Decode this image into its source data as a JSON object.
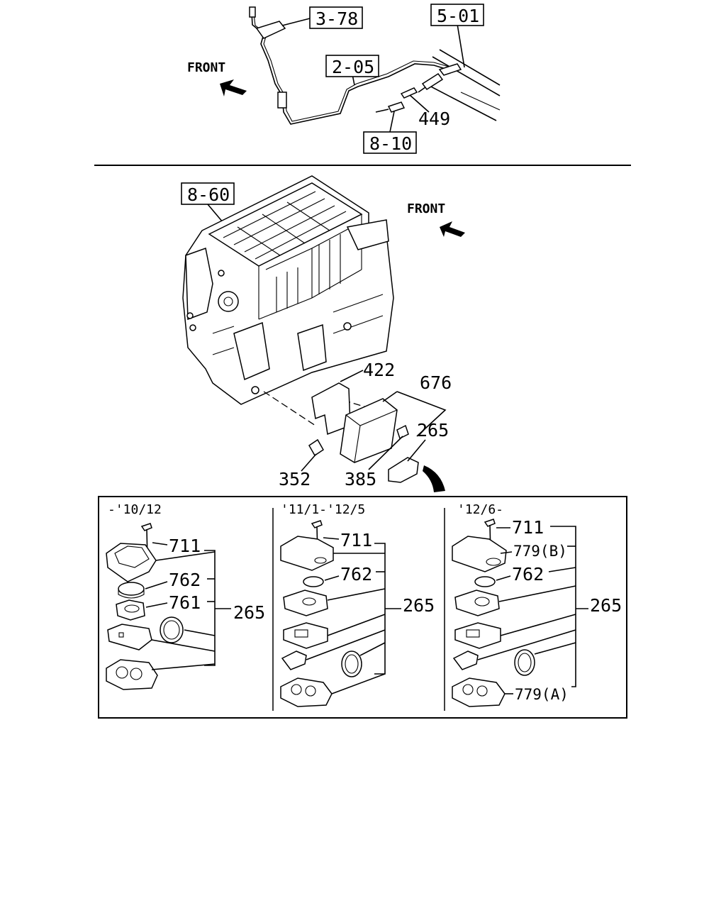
{
  "top_section": {
    "ref_3_78": "3-78",
    "ref_5_01": "5-01",
    "ref_2_05": "2-05",
    "ref_8_10": "8-10",
    "part_449": "449",
    "front_label": "FRONT"
  },
  "middle_section": {
    "ref_8_60": "8-60",
    "front_label": "FRONT",
    "part_422": "422",
    "part_676": "676",
    "part_265": "265",
    "part_352": "352",
    "part_385": "385"
  },
  "detail_panel": {
    "col1": {
      "period": "-'10/12",
      "part_711": "711",
      "part_762": "762",
      "part_761": "761",
      "part_265": "265"
    },
    "col2": {
      "period": "'11/1-'12/5",
      "part_711": "711",
      "part_762": "762",
      "part_265": "265"
    },
    "col3": {
      "period": "'12/6-",
      "part_711": "711",
      "part_779b": "779(B)",
      "part_762": "762",
      "part_265": "265",
      "part_779a": "779(A)"
    }
  }
}
